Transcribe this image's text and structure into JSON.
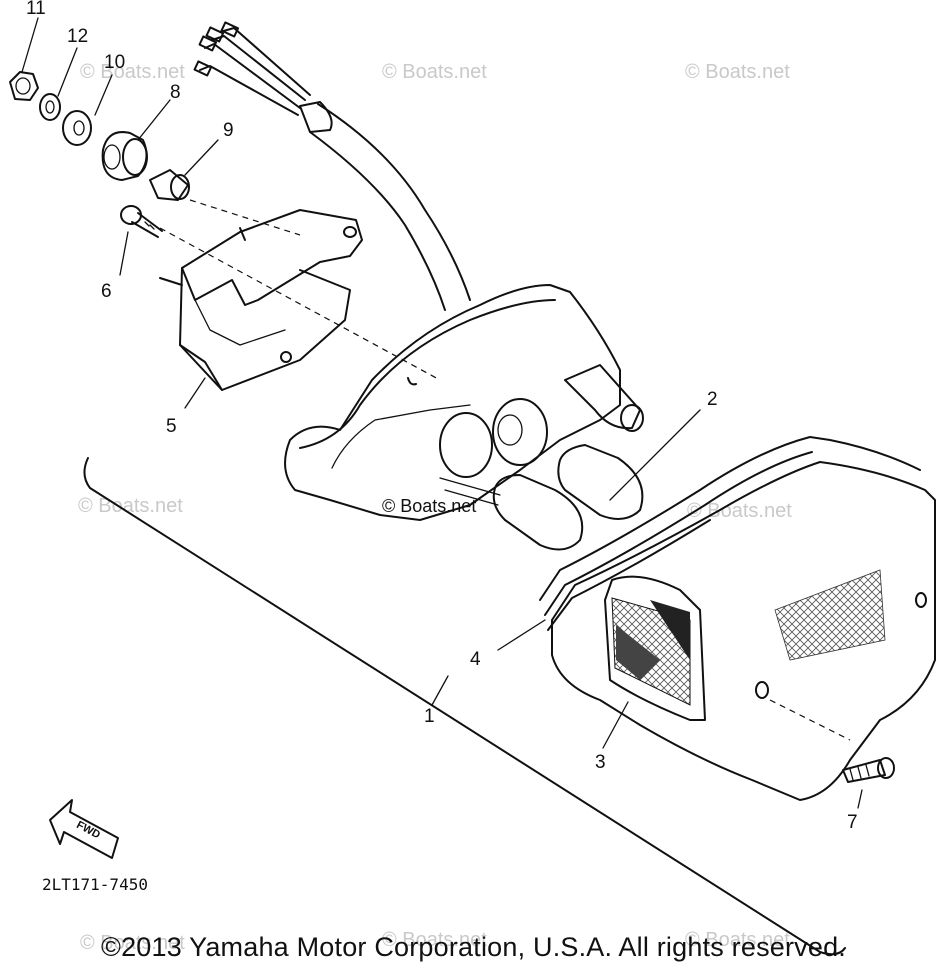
{
  "watermarks": [
    "© Boats.net",
    "© Boats.net",
    "© Boats.net",
    "© Boats.net",
    "© Boats.net",
    "© Boats.net",
    "© Boats.net",
    "© Boats.net",
    "© Boats.net"
  ],
  "callouts": [
    "1",
    "2",
    "3",
    "4",
    "5",
    "6",
    "7",
    "8",
    "9",
    "10",
    "11",
    "12"
  ],
  "fwd_label": "FWD",
  "diagram_code": "2LT171-7450",
  "copyright": "©2013 Yamaha Motor Corporation, U.S.A. All rights reserved."
}
